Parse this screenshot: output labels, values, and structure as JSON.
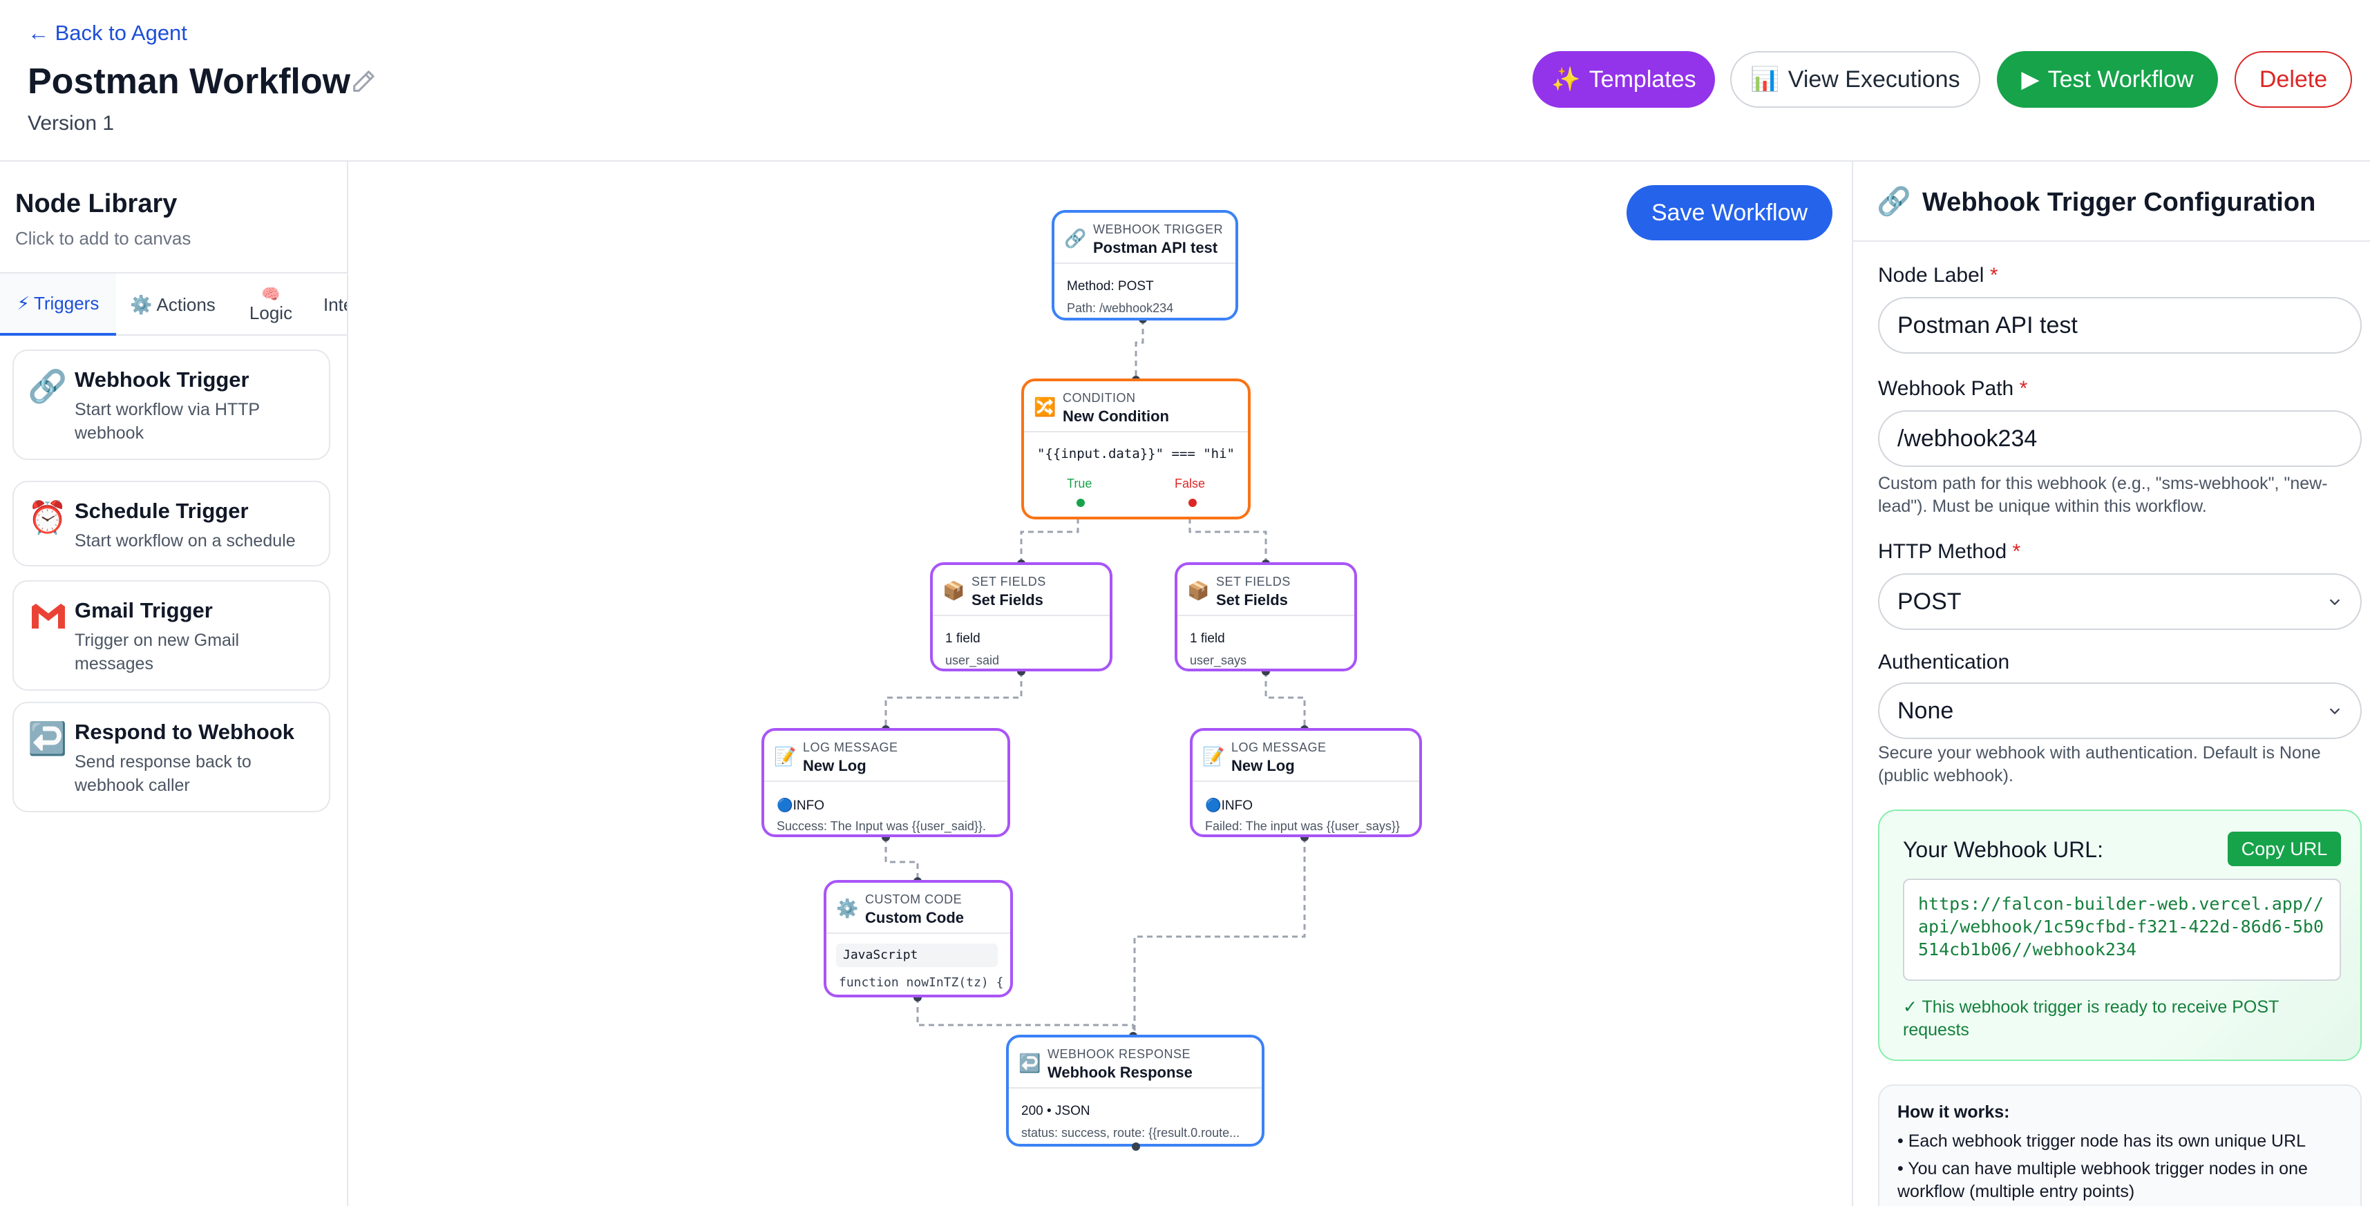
{
  "header": {
    "back_label": "← Back to Agent",
    "title": "Postman Workflow",
    "version": "Version 1",
    "buttons": {
      "templates": "Templates",
      "view_executions": "View Executions",
      "test_workflow": "Test Workflow",
      "delete": "Delete"
    },
    "icons": {
      "templates": "✨",
      "view_executions": "📊",
      "test_workflow": "▶",
      "edit": "pencil-icon"
    }
  },
  "sidebar": {
    "title": "Node Library",
    "subtitle": "Click to add to canvas",
    "tabs": [
      {
        "icon": "⚡",
        "label": "Triggers",
        "active": true
      },
      {
        "icon": "⚙️",
        "label": "Actions"
      },
      {
        "icon": "🧠",
        "label": "Logic"
      },
      {
        "icon": "",
        "label": "Inte"
      }
    ],
    "items": [
      {
        "icon": "🔗",
        "name": "Webhook Trigger",
        "desc": "Start workflow via HTTP webhook"
      },
      {
        "icon": "⏰",
        "name": "Schedule Trigger",
        "desc": "Start workflow on a schedule"
      },
      {
        "icon": "gmail-icon",
        "name": "Gmail Trigger",
        "desc": "Trigger on new Gmail messages"
      },
      {
        "icon": "↩️",
        "name": "Respond to Webhook",
        "desc": "Send response back to webhook caller"
      }
    ]
  },
  "canvas": {
    "save_label": "Save Workflow",
    "nodes": {
      "webhook": {
        "icon": "🔗",
        "type": "WEBHOOK TRIGGER",
        "label": "Postman API test",
        "line1": "Method: POST",
        "line2": "Path: /webhook234"
      },
      "condition": {
        "icon": "🔀",
        "type": "CONDITION",
        "label": "New Condition",
        "expr": "\"{{input.data}}\" === \"hi\"",
        "true_label": "True",
        "false_label": "False"
      },
      "set_left": {
        "icon": "📦",
        "type": "SET FIELDS",
        "label": "Set Fields",
        "line1": "1 field",
        "line2": "user_said"
      },
      "set_right": {
        "icon": "📦",
        "type": "SET FIELDS",
        "label": "Set Fields",
        "line1": "1 field",
        "line2": "user_says"
      },
      "log_left": {
        "icon": "📝",
        "type": "LOG MESSAGE",
        "label": "New Log",
        "line1": "🔵INFO",
        "line2": "Success: The Input was {{user_said}}."
      },
      "log_right": {
        "icon": "📝",
        "type": "LOG MESSAGE",
        "label": "New Log",
        "line1": "🔵INFO",
        "line2": "Failed: The input was {{user_says}}"
      },
      "code": {
        "icon": "⚙️",
        "type": "CUSTOM CODE",
        "label": "Custom Code",
        "lang": "JavaScript",
        "code": "function nowInTZ(tz) {"
      },
      "response": {
        "icon": "↩️",
        "type": "WEBHOOK RESPONSE",
        "label": "Webhook Response",
        "line1": "200 • JSON",
        "line2": "status: success, route: {{result.0.route..."
      }
    }
  },
  "panel": {
    "icon": "🔗",
    "title": "Webhook Trigger Configuration",
    "node_label": {
      "label": "Node Label",
      "value": "Postman API test"
    },
    "webhook_path": {
      "label": "Webhook Path",
      "value": "/webhook234",
      "help": "Custom path for this webhook (e.g., \"sms-webhook\", \"new-lead\"). Must be unique within this workflow."
    },
    "http_method": {
      "label": "HTTP Method",
      "value": "POST"
    },
    "authentication": {
      "label": "Authentication",
      "value": "None",
      "help": "Secure your webhook with authentication. Default is None (public webhook)."
    },
    "url_box": {
      "title": "Your Webhook URL:",
      "copy_label": "Copy URL",
      "url": "https://falcon-builder-web.vercel.app//api/webhook/1c59cfbd-f321-422d-86d6-5b0514cb1b06//webhook234",
      "ready": "✓ This webhook trigger is ready to receive POST requests"
    },
    "how": {
      "title": "How it works:",
      "items": [
        "• Each webhook trigger node has its own unique URL",
        "• You can have multiple webhook trigger nodes in one workflow (multiple entry points)"
      ]
    }
  },
  "colors": {
    "primary": "#2563eb",
    "purple": "#9333ea",
    "green": "#16a34a",
    "red": "#dc2626",
    "orange": "#f97316"
  }
}
